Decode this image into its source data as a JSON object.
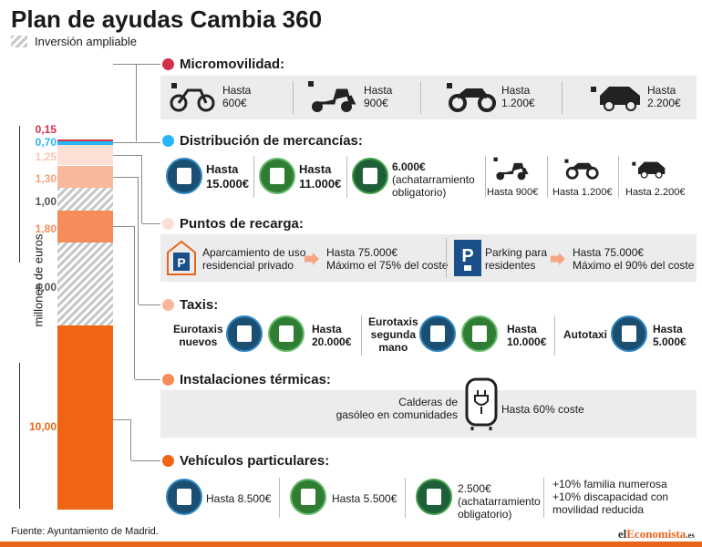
{
  "title": "Plan de ayudas Cambia 360",
  "legend": "Inversión ampliable",
  "axis_label": "millones de euros",
  "bar_values": [
    {
      "label": "0,15",
      "color": "#d32f4a"
    },
    {
      "label": "0,70",
      "color": "#29b6f6"
    },
    {
      "label": "1,25",
      "color": "#fde0d4"
    },
    {
      "label": "1,30",
      "color": "#f9b899"
    },
    {
      "label": "1,00",
      "color": "#hatched"
    },
    {
      "label": "1,80",
      "color": "#f58c5a"
    },
    {
      "label": "4,00",
      "color": "#hatched"
    },
    {
      "label": "10,00",
      "color": "#f06414"
    }
  ],
  "sections": {
    "micro": {
      "title": "Micromovilidad:",
      "color": "#d32f4a",
      "items": [
        {
          "icon": "electric-bike-icon",
          "l1": "Hasta",
          "l2": "600€"
        },
        {
          "icon": "electric-scooter-icon",
          "l1": "Hasta",
          "l2": "900€"
        },
        {
          "icon": "electric-motorcycle-icon",
          "l1": "Hasta",
          "l2": "1.200€"
        },
        {
          "icon": "electric-car-icon",
          "l1": "Hasta",
          "l2": "2.200€"
        }
      ]
    },
    "dist": {
      "title": "Distribución de mercancías:",
      "color": "#29b6f6",
      "items": [
        {
          "l1": "Hasta",
          "l2": "15.000€"
        },
        {
          "l1": "Hasta",
          "l2": "11.000€"
        },
        {
          "l1": "6.000€",
          "l2": "(achatarramiento",
          "l3": "obligatorio)"
        }
      ],
      "small": [
        {
          "icon": "electric-scooter-icon",
          "text": "Hasta 900€"
        },
        {
          "icon": "electric-motorcycle-icon",
          "text": "Hasta 1.200€"
        },
        {
          "icon": "electric-car-icon",
          "text": "Hasta  2.200€"
        }
      ]
    },
    "recarga": {
      "title": "Puntos de recarga:",
      "color": "#fde0d4",
      "a_text1": "Aparcamiento de uso",
      "a_text2": "residencial privado",
      "a_res1": "Hasta 75.000€",
      "a_res2": "Máximo el 75% del coste",
      "b_text1": "Parking para",
      "b_text2": "residentes",
      "b_res1": "Hasta 75.000€",
      "b_res2": "Máximo el 90% del coste"
    },
    "taxis": {
      "title": "Taxis:",
      "color": "#f9b899",
      "g1_l1": "Eurotaxis",
      "g1_l2": "nuevos",
      "g1_v1": "Hasta",
      "g1_v2": "20.000€",
      "g2_l1": "Eurotaxis",
      "g2_l2": "segunda",
      "g2_l3": "mano",
      "g2_v1": "Hasta",
      "g2_v2": "10.000€",
      "g3_l1": "Autotaxi",
      "g3_v1": "Hasta",
      "g3_v2": "5.000€"
    },
    "termicas": {
      "title": "Instalaciones térmicas:",
      "color": "#f58c5a",
      "l1": "Calderas de",
      "l2": "gasóleo en comunidades",
      "value": "Hasta 60% coste"
    },
    "particulares": {
      "title": "Vehículos particulares:",
      "color": "#f06414",
      "v1": "Hasta 8.500€",
      "v2": "Hasta 5.500€",
      "v3a": "2.500€",
      "v3b": "(achatarramiento",
      "v3c": "obligatorio)",
      "extra1": "+10% familia numerosa",
      "extra2": "+10% discapacidad con",
      "extra3": "movilidad reducida"
    }
  },
  "footer": "Fuente: Ayuntamiento de Madrid.",
  "brand_a": "el",
  "brand_b": "Economista",
  "brand_c": ".es"
}
